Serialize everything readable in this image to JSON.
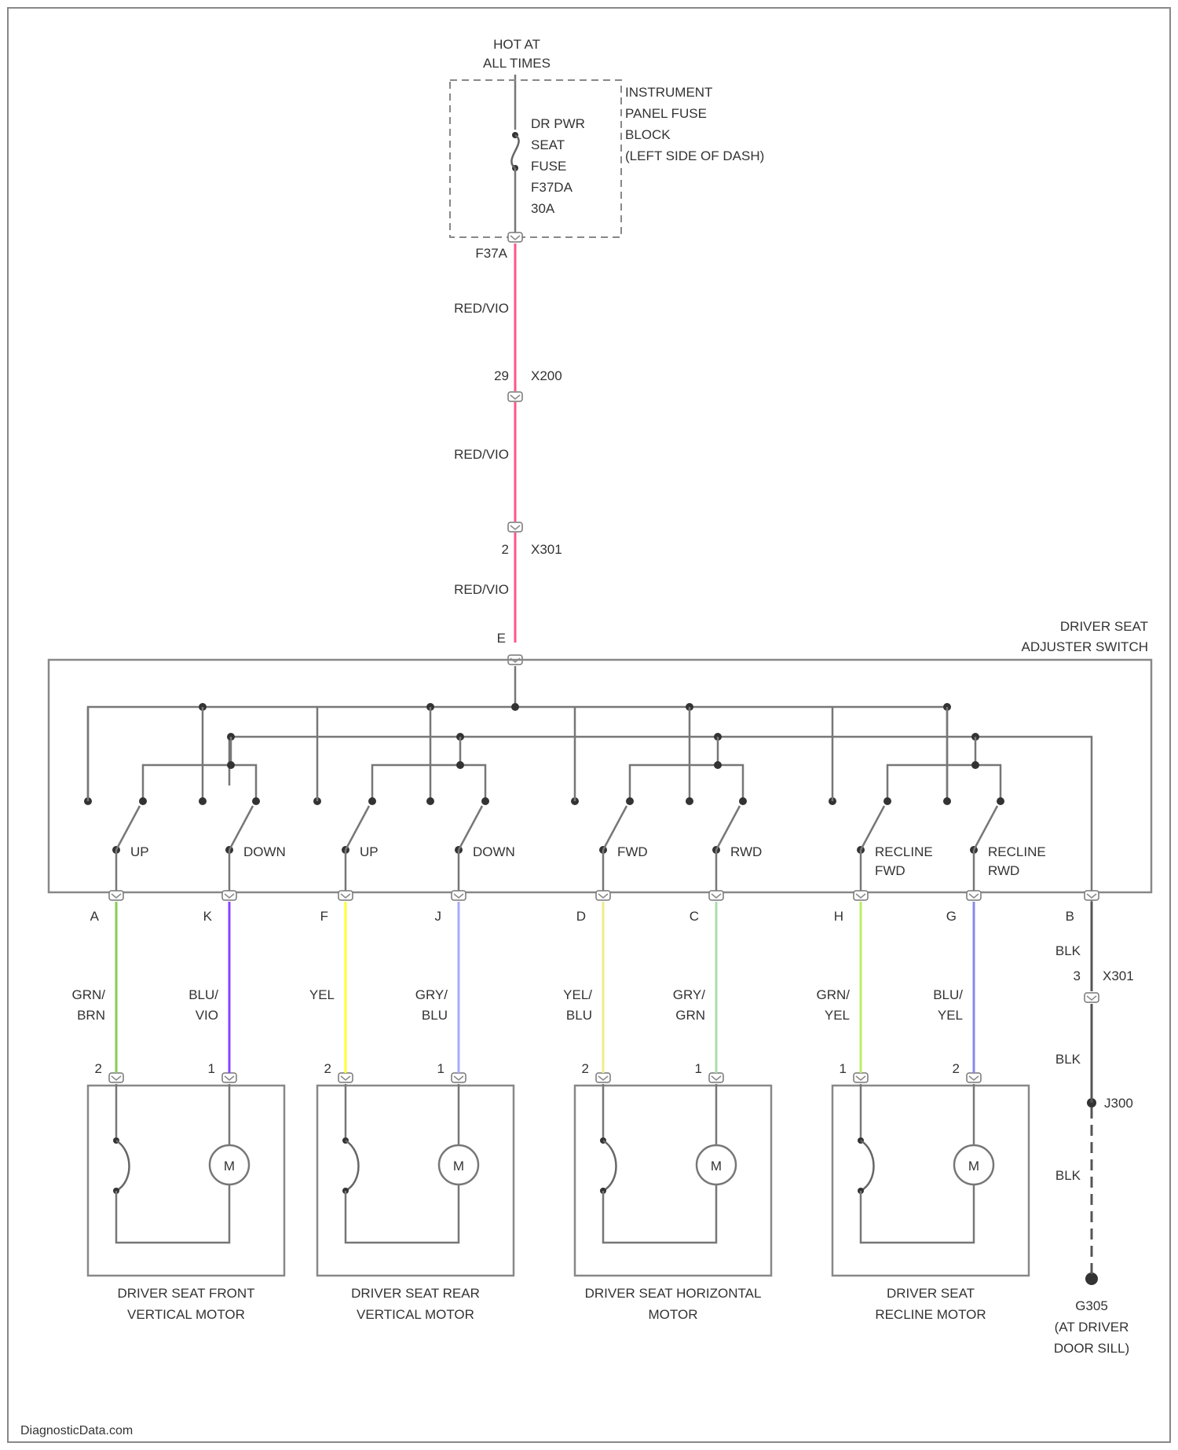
{
  "colors": {
    "RED/VIO": "#ff5588",
    "GRN/BRN": "#88cc55",
    "BLU/VIO": "#8844ff",
    "YEL": "#ffff33",
    "GRY/BLU": "#aaaaff",
    "YEL/BLU": "#eeee88",
    "GRY/GRN": "#aaddaa",
    "GRN/YEL": "#bbee66",
    "BLU/YEL": "#8888ee",
    "BLK": "#555555"
  },
  "power": {
    "hot_label": [
      "HOT AT",
      "ALL TIMES"
    ],
    "fuse_block_label": [
      "INSTRUMENT",
      "PANEL FUSE",
      "BLOCK",
      "(LEFT SIDE OF DASH)"
    ],
    "fuse_label": [
      "DR PWR",
      "SEAT",
      "FUSE",
      "F37DA",
      "30A"
    ],
    "fuse_terminal": "F37A",
    "segments": [
      {
        "wire": "RED/VIO"
      },
      {
        "wire": "RED/VIO"
      },
      {
        "wire": "RED/VIO"
      }
    ],
    "connectors": [
      {
        "pin": "29",
        "name": "X200"
      },
      {
        "pin": "2",
        "name": "X301"
      }
    ],
    "switch_pin": "E"
  },
  "switch": {
    "label": [
      "DRIVER SEAT",
      "ADJUSTER SWITCH"
    ],
    "contacts": [
      {
        "label": [
          "UP"
        ],
        "pin": "A",
        "wire": [
          "GRN/",
          "BRN"
        ],
        "color_key": "GRN/BRN",
        "motor_pin": "2"
      },
      {
        "label": [
          "DOWN"
        ],
        "pin": "K",
        "wire": [
          "BLU/",
          "VIO"
        ],
        "color_key": "BLU/VIO",
        "motor_pin": "1"
      },
      {
        "label": [
          "UP"
        ],
        "pin": "F",
        "wire": [
          "YEL"
        ],
        "color_key": "YEL",
        "motor_pin": "2"
      },
      {
        "label": [
          "DOWN"
        ],
        "pin": "J",
        "wire": [
          "GRY/",
          "BLU"
        ],
        "color_key": "GRY/BLU",
        "motor_pin": "1"
      },
      {
        "label": [
          "FWD"
        ],
        "pin": "D",
        "wire": [
          "YEL/",
          "BLU"
        ],
        "color_key": "YEL/BLU",
        "motor_pin": "2"
      },
      {
        "label": [
          "RWD"
        ],
        "pin": "C",
        "wire": [
          "GRY/",
          "GRN"
        ],
        "color_key": "GRY/GRN",
        "motor_pin": "1"
      },
      {
        "label": [
          "RECLINE",
          "FWD"
        ],
        "pin": "H",
        "wire": [
          "GRN/",
          "YEL"
        ],
        "color_key": "GRN/YEL",
        "motor_pin": "1"
      },
      {
        "label": [
          "RECLINE",
          "RWD"
        ],
        "pin": "G",
        "wire": [
          "BLU/",
          "YEL"
        ],
        "color_key": "BLU/YEL",
        "motor_pin": "2"
      }
    ],
    "ground_pin": "B"
  },
  "motors": [
    {
      "label": [
        "DRIVER SEAT FRONT",
        "VERTICAL MOTOR"
      ]
    },
    {
      "label": [
        "DRIVER SEAT REAR",
        "VERTICAL MOTOR"
      ]
    },
    {
      "label": [
        "DRIVER SEAT HORIZONTAL",
        "MOTOR"
      ]
    },
    {
      "label": [
        "DRIVER SEAT",
        "RECLINE MOTOR"
      ]
    }
  ],
  "motor_symbol": "M",
  "ground": {
    "wire": "BLK",
    "connector_pin": "3",
    "connector_name": "X301",
    "splice": "J300",
    "ground_label": [
      "G305",
      "(AT DRIVER",
      "DOOR SILL)"
    ]
  },
  "watermark": "DiagnosticData.com"
}
